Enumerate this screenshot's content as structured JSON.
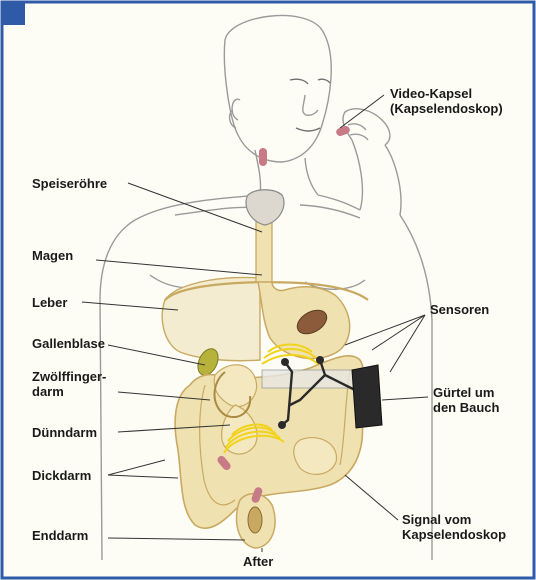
{
  "colors": {
    "frame": "#2f5aa8",
    "paper": "#fdfdf6",
    "skin_line": "#9a9a9a",
    "organ_fill": "#efe2b0",
    "organ_dark": "#c9a962",
    "liver_fill": "#f4ecd0",
    "belt": "#2a2a2a",
    "signal": "#f2d21a",
    "capsule": "#c77b86",
    "leader": "#333333"
  },
  "labels": {
    "video_capsule_line1": "Video-Kapsel",
    "video_capsule_line2": "(Kapselendoskop)",
    "esophagus": "Speiseröhre",
    "stomach": "Magen",
    "liver": "Leber",
    "gallbladder": "Gallenblase",
    "duodenum_line1": "Zwölffinger-",
    "duodenum_line2": "darm",
    "small_intestine": "Dünndarm",
    "colon": "Dickdarm",
    "rectum": "Enddarm",
    "anus": "After",
    "sensors": "Sensoren",
    "belt_line1": "Gürtel um",
    "belt_line2": "den Bauch",
    "signal_line1": "Signal vom",
    "signal_line2": "Kapselendoskop"
  },
  "icons": {
    "capsule": "capsule-icon",
    "belt_recorder": "recorder-box-icon"
  }
}
